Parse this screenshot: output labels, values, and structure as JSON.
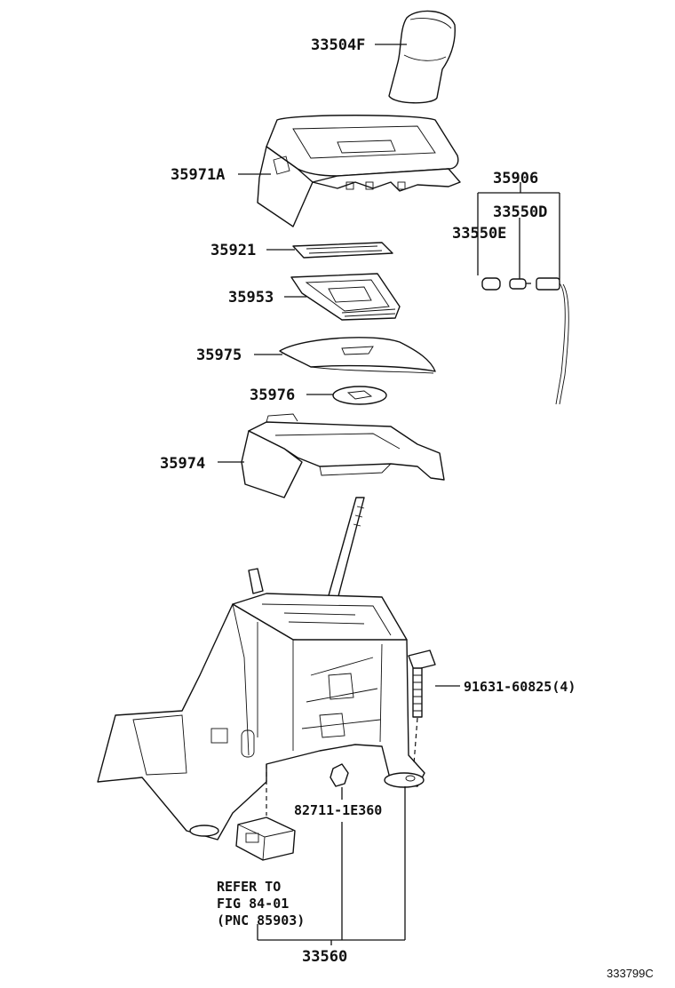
{
  "labels": {
    "knob": "33504F",
    "upper_cover": "35971A",
    "indicator_sheet": "35921",
    "indicator_housing": "35953",
    "slide_plate": "35975",
    "pad": "35976",
    "lower_cover": "35974",
    "bulb_group": "35906",
    "bulb_d": "33550D",
    "bulb_e": "33550E",
    "bolt": "91631-60825(4)",
    "clip": "82711-1E360",
    "assembly": "33560",
    "ref_line1": "REFER TO",
    "ref_line2": "FIG 84-01",
    "ref_line3": "(PNC 85903)",
    "figure_code": "333799C"
  }
}
